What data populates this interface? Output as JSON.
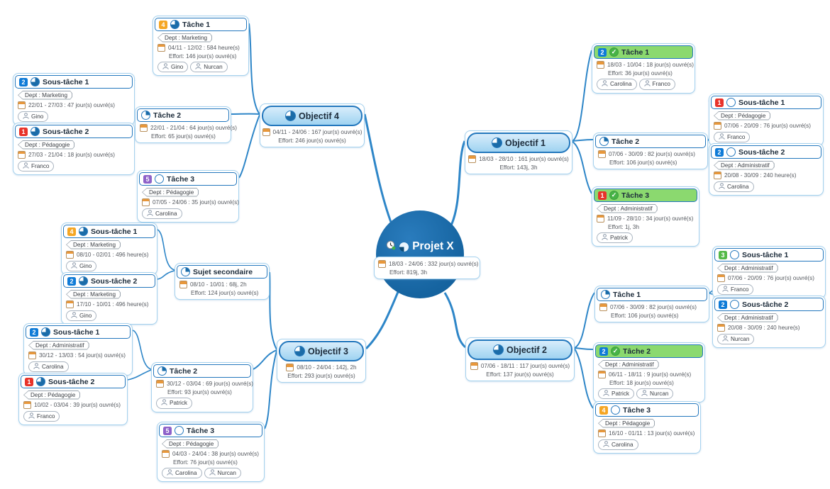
{
  "center": {
    "title": "Projet X",
    "date": "18/03 - 24/06 : 332 jour(s) ouvré(s)",
    "effort": "Effort: 819j, 3h"
  },
  "colors": {
    "accent_blue": "#2e86c8",
    "node_border": "#a6d2ee",
    "header_border": "#2377bd",
    "completed_green": "#8bd96f",
    "center_blue": "#15639f",
    "priority_1": "#e8332a",
    "priority_2": "#0f7bd7",
    "priority_3": "#54b948",
    "priority_4": "#f5a623",
    "priority_5": "#8e62c9"
  },
  "nodes": [
    {
      "id": "objectif-4",
      "kind": "objective",
      "title": "Objectif 4",
      "progress": "obj",
      "date": "04/11 - 24/06 : 167 jour(s) ouvré(s)",
      "effort": "Effort: 246 jour(s) ouvré(s)"
    },
    {
      "id": "obj4-tache-1",
      "kind": "task",
      "title": "Tâche 1",
      "priority": "4",
      "progress": "75",
      "dept": "Dept : Marketing",
      "date": "04/11 - 12/02 : 584 heure(s)",
      "effort": "Effort: 146 jour(s) ouvré(s)",
      "resources": [
        "Gino",
        "Nurcan"
      ]
    },
    {
      "id": "obj4-tache-2",
      "kind": "task",
      "title": "Tâche 2",
      "progress": "25",
      "date": "22/01 - 21/04 : 64 jour(s) ouvré(s)",
      "effort": "Effort: 65 jour(s) ouvré(s)"
    },
    {
      "id": "obj4-t2-soustache-1",
      "kind": "task",
      "title": "Sous-tâche 1",
      "priority": "2",
      "progress": "75",
      "dept": "Dept : Marketing",
      "date": "22/01 - 27/03 : 47 jour(s) ouvré(s)",
      "resources": [
        "Gino"
      ]
    },
    {
      "id": "obj4-t2-soustache-2",
      "kind": "task",
      "title": "Sous-tâche 2",
      "priority": "1",
      "progress": "75",
      "dept": "Dept : Pédagogie",
      "date": "27/03 - 21/04 : 18 jour(s) ouvré(s)",
      "resources": [
        "Franco"
      ]
    },
    {
      "id": "obj4-tache-3",
      "kind": "task",
      "title": "Tâche 3",
      "priority": "5",
      "progress": "0",
      "dept": "Dept : Pédagogie",
      "date": "07/05 - 24/06 : 35 jour(s) ouvré(s)",
      "resources": [
        "Carolina"
      ]
    },
    {
      "id": "objectif-3",
      "kind": "objective",
      "title": "Objectif 3",
      "progress": "obj",
      "date": "08/10 - 24/04 : 142j, 2h",
      "effort": "Effort: 293 jour(s) ouvré(s)"
    },
    {
      "id": "sujet-secondaire",
      "kind": "task",
      "title": "Sujet secondaire",
      "progress": "25",
      "date": "08/10 - 10/01 : 68j, 2h",
      "effort": "Effort: 124 jour(s) ouvré(s)"
    },
    {
      "id": "sujet-soustache-1",
      "kind": "task",
      "title": "Sous-tâche 1",
      "priority": "4",
      "progress": "75",
      "dept": "Dept : Marketing",
      "date": "08/10 - 02/01 : 496 heure(s)",
      "resources": [
        "Gino"
      ]
    },
    {
      "id": "sujet-soustache-2",
      "kind": "task",
      "title": "Sous-tâche 2",
      "priority": "2",
      "progress": "75",
      "dept": "Dept : Marketing",
      "date": "17/10 - 10/01 : 496 heure(s)",
      "resources": [
        "Gino"
      ]
    },
    {
      "id": "obj3-tache-2",
      "kind": "task",
      "title": "Tâche 2",
      "progress": "25",
      "date": "30/12 - 03/04 : 69 jour(s) ouvré(s)",
      "effort": "Effort: 93 jour(s) ouvré(s)",
      "resources": [
        "Patrick"
      ]
    },
    {
      "id": "obj3-t2-soustache-1",
      "kind": "task",
      "title": "Sous-tâche 1",
      "priority": "2",
      "progress": "75",
      "dept": "Dept : Administratif",
      "date": "30/12 - 13/03 : 54 jour(s) ouvré(s)",
      "resources": [
        "Carolina"
      ]
    },
    {
      "id": "obj3-t2-soustache-2",
      "kind": "task",
      "title": "Sous-tâche 2",
      "priority": "1",
      "progress": "75",
      "dept": "Dept : Pédagogie",
      "date": "10/02 - 03/04 : 39 jour(s) ouvré(s)",
      "resources": [
        "Franco"
      ]
    },
    {
      "id": "obj3-tache-3",
      "kind": "task",
      "title": "Tâche 3",
      "priority": "5",
      "progress": "0",
      "dept": "Dept : Pédagogie",
      "date": "04/03 - 24/04 : 38 jour(s) ouvré(s)",
      "effort": "Effort: 76 jour(s) ouvré(s)",
      "resources": [
        "Carolina",
        "Nurcan"
      ]
    },
    {
      "id": "objectif-1",
      "kind": "objective",
      "title": "Objectif 1",
      "progress": "obj",
      "date": "18/03 - 28/10 : 161 jour(s) ouvré(s)",
      "effort": "Effort: 143j, 3h"
    },
    {
      "id": "obj1-tache-1",
      "kind": "task",
      "green": true,
      "title": "Tâche 1",
      "priority": "2",
      "progress": "100",
      "date": "18/03 - 10/04 : 18 jour(s) ouvré(s)",
      "effort": "Effort: 36 jour(s) ouvré(s)",
      "resources": [
        "Carolina",
        "Franco"
      ]
    },
    {
      "id": "obj1-tache-2",
      "kind": "task",
      "title": "Tâche 2",
      "progress": "25",
      "date": "07/06 - 30/09 : 82 jour(s) ouvré(s)",
      "effort": "Effort: 106 jour(s) ouvré(s)"
    },
    {
      "id": "obj1-t2-soustache-1",
      "kind": "task",
      "title": "Sous-tâche 1",
      "priority": "1",
      "progress": "0",
      "dept": "Dept : Pédagogie",
      "date": "07/06 - 20/09 : 76 jour(s) ouvré(s)",
      "resources": [
        "Franco"
      ]
    },
    {
      "id": "obj1-t2-soustache-2",
      "kind": "task",
      "title": "Sous-tâche 2",
      "priority": "2",
      "progress": "0",
      "dept": "Dept : Administratif",
      "date": "20/08 - 30/09 : 240 heure(s)",
      "resources": [
        "Carolina"
      ]
    },
    {
      "id": "obj1-tache-3",
      "kind": "task",
      "green": true,
      "title": "Tâche 3",
      "priority": "1",
      "progress": "100",
      "dept": "Dept : Administratif",
      "date": "11/09 - 28/10 : 34 jour(s) ouvré(s)",
      "effort": "Effort: 1j, 3h",
      "resources": [
        "Patrick"
      ]
    },
    {
      "id": "objectif-2",
      "kind": "objective",
      "title": "Objectif 2",
      "progress": "obj",
      "date": "07/06 - 18/11 : 117 jour(s) ouvré(s)",
      "effort": "Effort: 137 jour(s) ouvré(s)"
    },
    {
      "id": "obj2-tache-1",
      "kind": "task",
      "title": "Tâche 1",
      "progress": "25",
      "date": "07/06 - 30/09 : 82 jour(s) ouvré(s)",
      "effort": "Effort: 106 jour(s) ouvré(s)"
    },
    {
      "id": "obj2-t1-soustache-1",
      "kind": "task",
      "title": "Sous-tâche 1",
      "priority": "3",
      "progress": "0",
      "dept": "Dept : Administratif",
      "date": "07/06 - 20/09 : 76 jour(s) ouvré(s)",
      "resources": [
        "Franco"
      ]
    },
    {
      "id": "obj2-t1-soustache-2",
      "kind": "task",
      "title": "Sous-tâche 2",
      "priority": "2",
      "progress": "0",
      "dept": "Dept : Administratif",
      "date": "20/08 - 30/09 : 240 heure(s)",
      "resources": [
        "Nurcan"
      ]
    },
    {
      "id": "obj2-tache-2",
      "kind": "task",
      "green": true,
      "title": "Tâche 2",
      "priority": "2",
      "progress": "100",
      "dept": "Dept : Administratif",
      "date": "06/11 - 18/11 : 9 jour(s) ouvré(s)",
      "effort": "Effort: 18 jour(s) ouvré(s)",
      "resources": [
        "Patrick",
        "Nurcan"
      ]
    },
    {
      "id": "obj2-tache-3",
      "kind": "task",
      "title": "Tâche 3",
      "priority": "4",
      "progress": "0",
      "dept": "Dept : Pédagogie",
      "date": "16/10 - 01/11 : 13 jour(s) ouvré(s)",
      "resources": [
        "Carolina"
      ]
    }
  ]
}
